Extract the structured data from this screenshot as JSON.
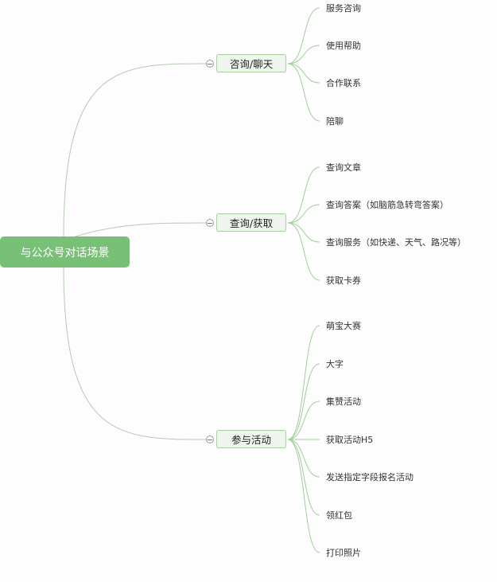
{
  "root": {
    "label": "与公众号对话场景"
  },
  "branches": [
    {
      "label": "咨询/聊天",
      "children": [
        "服务咨询",
        "使用帮助",
        "合作联系",
        "陪聊"
      ]
    },
    {
      "label": "查询/获取",
      "children": [
        "查询文章",
        "查询答案（如脑筋急转弯答案）",
        "查询服务（如快递、天气、路况等）",
        "获取卡券"
      ]
    },
    {
      "label": "参与活动",
      "children": [
        "萌宝大赛",
        "大字",
        "集赞活动",
        "获取活动H5",
        "发送指定字段报名活动",
        "领红包",
        "打印照片"
      ]
    }
  ],
  "colors": {
    "root": "#79c077",
    "branch_fill": "#eef5ec",
    "link": "#9fcf98"
  }
}
